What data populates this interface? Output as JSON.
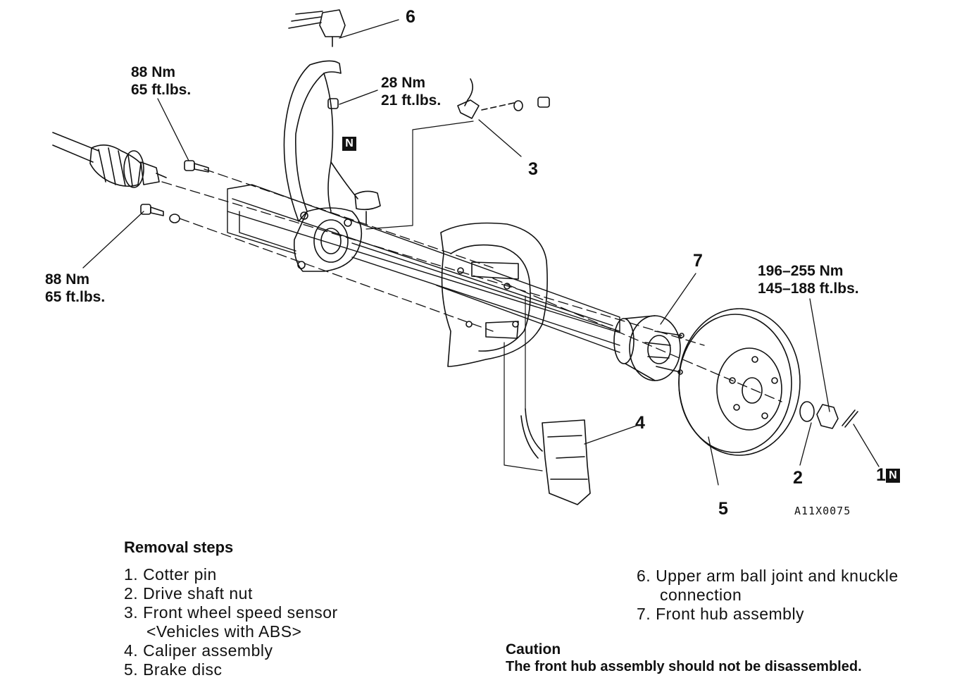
{
  "torque_labels": {
    "t1_nm": "88 Nm",
    "t1_ft": "65 ft.lbs.",
    "t2_nm": "28 Nm",
    "t2_ft": "21 ft.lbs.",
    "t3_nm": "88 Nm",
    "t3_ft": "65 ft.lbs.",
    "t4_nm": "196–255 Nm",
    "t4_ft": "145–188 ft.lbs."
  },
  "callouts": [
    "1",
    "2",
    "3",
    "4",
    "5",
    "6",
    "7"
  ],
  "new_part_mark": "N",
  "figure_code": "A11X0075",
  "removal": {
    "title": "Removal steps",
    "steps": [
      "1. Cotter pin",
      "2. Drive shaft nut",
      "3. Front wheel speed sensor",
      "<Vehicles with ABS>",
      "4. Caliper assembly",
      "5. Brake disc",
      "6. Upper arm ball joint and knuckle",
      "connection",
      "7. Front hub assembly"
    ]
  },
  "caution": {
    "title": "Caution",
    "text": "The front hub assembly should not be disassembled."
  }
}
